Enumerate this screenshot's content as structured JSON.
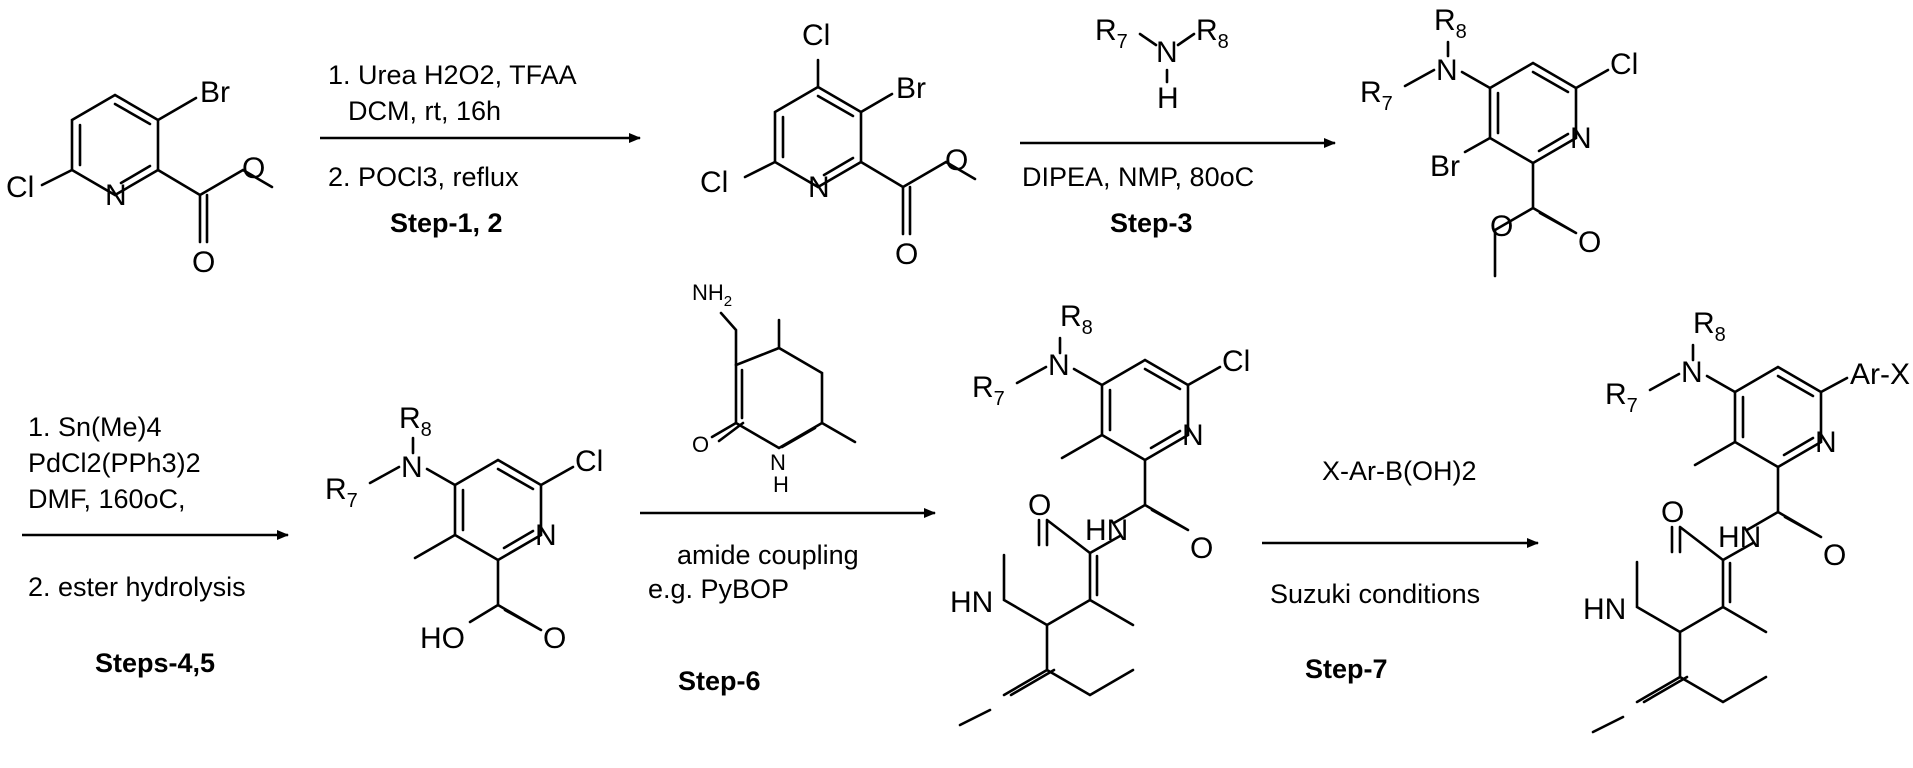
{
  "atoms": {
    "br": "Br",
    "cl": "Cl",
    "n": "N",
    "o": "O",
    "h": "H",
    "r": "R",
    "nh": "HN",
    "hn": "HN",
    "ho": "HO",
    "ar_x": "Ar-X",
    "nh2": "NH",
    "sub7": "7",
    "sub8": "8",
    "sub2": "2"
  },
  "reactions": {
    "r1": {
      "above_1": "1. Urea H2O2, TFAA",
      "above_2": "DCM, rt, 16h",
      "below_1": "2. POCl3, reflux",
      "step": "Step-1, 2"
    },
    "r2": {
      "below_1": "DIPEA, NMP, 80oC",
      "step": "Step-3"
    },
    "r3": {
      "above_1": "1. Sn(Me)4",
      "above_2": "PdCl2(PPh3)2",
      "above_3": "DMF, 160oC,",
      "below_1": "2. ester hydrolysis",
      "step": "Steps-4,5"
    },
    "r4": {
      "below_1": "amide coupling",
      "below_2": "e.g. PyBOP",
      "step": "Step-6"
    },
    "r5": {
      "above_1": "X-Ar-B(OH)2",
      "below_1": "Suzuki conditions",
      "step": "Step-7"
    }
  }
}
